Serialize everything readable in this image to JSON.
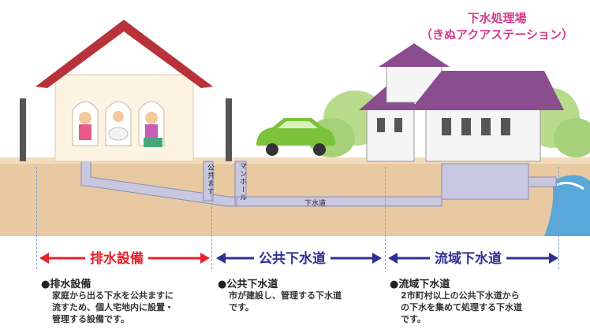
{
  "station": {
    "title_line1": "下水処理場",
    "title_line2": "（きぬアクアステーション）"
  },
  "pipe_labels": {
    "public_basin": "公共ます",
    "manhole": "マンホール",
    "sewer": "下水道"
  },
  "sections": [
    {
      "banner": "排水設備",
      "title": "●排水設備",
      "description_lines": [
        "家庭から出る下水を公共ますに",
        "流すため、個人宅地内に設置・",
        "管理する設備です。"
      ],
      "color": "#e8202a"
    },
    {
      "banner": "公共下水道",
      "title": "●公共下水道",
      "description_lines": [
        "市が建設し、管理する下水道",
        "です。"
      ],
      "color": "#2d3192"
    },
    {
      "banner": "流域下水道",
      "title": "●流域下水道",
      "description_lines": [
        "2市町村以上の公共下水道から",
        "の下水を集めて処理する下水道",
        "です。"
      ],
      "color": "#2d3192"
    }
  ],
  "colors": {
    "title": "#d63a8a",
    "ground": "#e9c9a1",
    "pipe": "#b8b8d6",
    "roof": "#b8323a",
    "station_roof": "#8a4d8f",
    "car": "#7cc23a"
  }
}
